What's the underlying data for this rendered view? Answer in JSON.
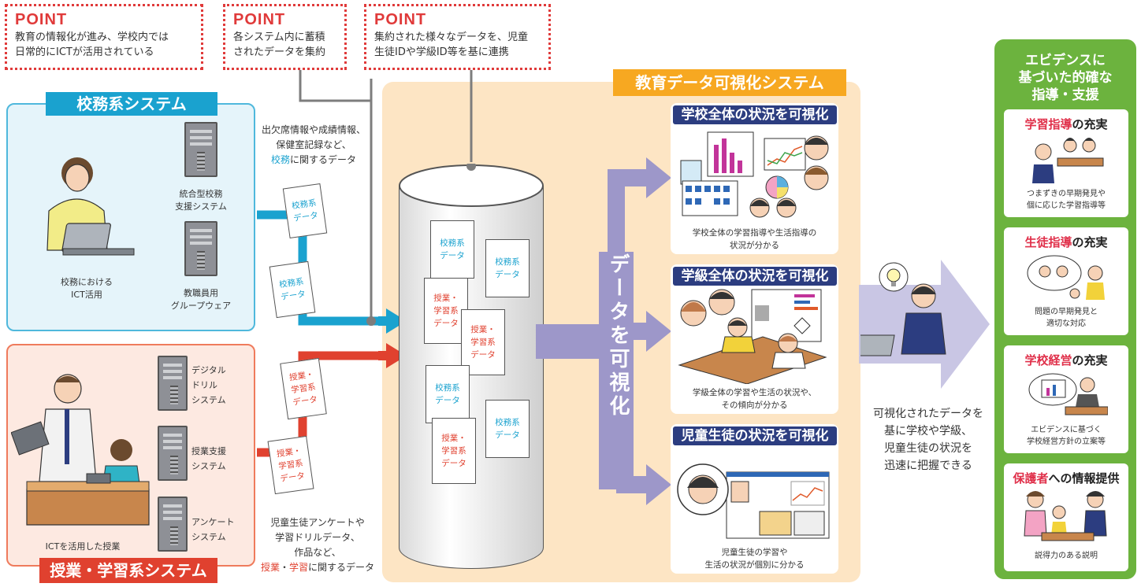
{
  "points": [
    {
      "title": "POINT",
      "line1": "教育の情報化が進み、学校内では",
      "line2": "日常的にICTが活用されている"
    },
    {
      "title": "POINT",
      "line1": "各システム内に蓄積",
      "line2": "されたデータを集約"
    },
    {
      "title": "POINT",
      "line1": "集約された様々なデータを、児童",
      "line2": "生徒IDや学級ID等を基に連携"
    }
  ],
  "koumu": {
    "title": "校務系システム",
    "person_label_1": "校務における",
    "person_label_2": "ICT活用",
    "server1_1": "統合型校務",
    "server1_2": "支援システム",
    "server2_1": "教職員用",
    "server2_2": "グループウェア"
  },
  "jugyo": {
    "title": "授業・学習系システム",
    "scene_label": "ICTを活用した授業",
    "server1_1": "デジタル",
    "server1_2": "ドリル",
    "server1_3": "システム",
    "server2_1": "授業支援",
    "server2_2": "システム",
    "server3_1": "アンケート",
    "server3_2": "システム"
  },
  "koumu_note": {
    "line1": "出欠席情報や成績情報、",
    "line2": "保健室記録など、",
    "hl": "校務",
    "rest": "に関するデータ"
  },
  "jugyo_note": {
    "line1": "児童生徒アンケートや",
    "line2": "学習ドリルデータ、",
    "line3": "作品など、",
    "hl1": "授業",
    "sep": "・",
    "hl2": "学習",
    "rest": "に関するデータ"
  },
  "docs": {
    "koumu_a": "校務系",
    "koumu_b": "データ",
    "jugyo_a": "授業・",
    "jugyo_b": "学習系",
    "jugyo_c": "データ"
  },
  "system": {
    "title": "教育データ可視化システム",
    "vertical": "データを可視化"
  },
  "panels": [
    {
      "title": "学校全体の状況を可視化",
      "cap1": "学校全体の学習指導や生活指導の",
      "cap2": "状況が分かる"
    },
    {
      "title": "学級全体の状況を可視化",
      "cap1": "学級全体の学習や生活の状況や、",
      "cap2": "その傾向が分かる"
    },
    {
      "title": "児童生徒の状況を可視化",
      "cap1": "児童生徒の学習や",
      "cap2": "生活の状況が個別に分かる"
    }
  ],
  "result": {
    "line1": "可視化されたデータを",
    "line2": "基に学校や学級、",
    "line3": "児童生徒の状況を",
    "line4": "迅速に把握できる"
  },
  "evidence": {
    "title1": "エビデンスに",
    "title2": "基づいた的確な",
    "title3": "指導・支援",
    "cards": [
      {
        "hl": "学習指導",
        "suffix": "の充実",
        "cap1": "つまずきの早期発見や",
        "cap2": "個に応じた学習指導等"
      },
      {
        "hl": "生徒指導",
        "suffix": "の充実",
        "cap1": "問題の早期発見と",
        "cap2": "適切な対応"
      },
      {
        "hl": "学校経営",
        "suffix": "の充実",
        "cap1": "エビデンスに基づく",
        "cap2": "学校経営方針の立案等"
      },
      {
        "hl": "保護者",
        "suffix": "への情報提供",
        "cap1": "説得力のある説明",
        "cap2": ""
      }
    ]
  },
  "colors": {
    "red": "#e03a3a",
    "teal": "#1aa2cf",
    "orange": "#f7a821",
    "navy": "#2c3d80",
    "green": "#6cb33e",
    "purple": "#9d97c9"
  }
}
